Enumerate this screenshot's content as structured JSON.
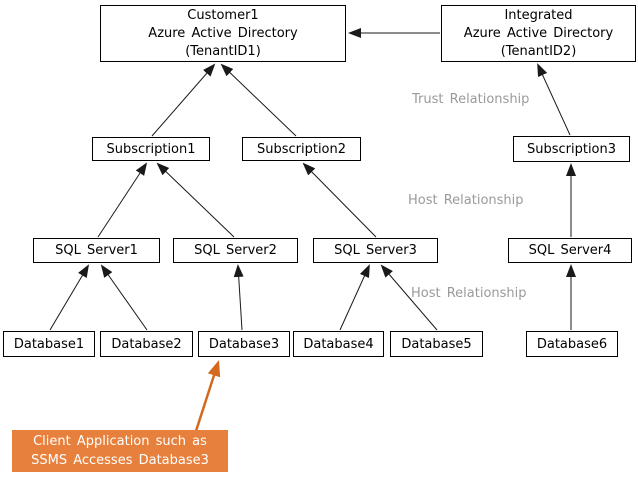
{
  "colors": {
    "callout_orange": "#e8803d",
    "arrow_orange": "#d2691e",
    "relationship_label_gray": "#9a9a9a",
    "line_black": "#1a1a1a",
    "node_background": "#ffffff"
  },
  "nodes": {
    "customer_aad": {
      "line1": "Customer1",
      "line2": "Azure Active Directory",
      "line3": "(TenantID1)"
    },
    "integrated_aad": {
      "line1": "Integrated",
      "line2": "Azure Active Directory",
      "line3": "(TenantID2)"
    },
    "subscription1": "Subscription1",
    "subscription2": "Subscription2",
    "subscription3": "Subscription3",
    "sqlserver1": "SQL Server1",
    "sqlserver2": "SQL Server2",
    "sqlserver3": "SQL Server3",
    "sqlserver4": "SQL Server4",
    "database1": "Database1",
    "database2": "Database2",
    "database3": "Database3",
    "database4": "Database4",
    "database5": "Database5",
    "database6": "Database6"
  },
  "labels": {
    "trust_relationship": "Trust Relationship",
    "host_relationship_1": "Host Relationship",
    "host_relationship_2": "Host Relationship"
  },
  "callout": {
    "line1": "Client Application such as",
    "line2": "SSMS Accesses Database3"
  },
  "edges": [
    {
      "from": "integrated_aad",
      "to": "customer_aad",
      "type": "trust"
    },
    {
      "from": "subscription1",
      "to": "customer_aad",
      "type": "host"
    },
    {
      "from": "subscription2",
      "to": "customer_aad",
      "type": "host"
    },
    {
      "from": "subscription3",
      "to": "integrated_aad",
      "type": "host"
    },
    {
      "from": "sqlserver1",
      "to": "subscription1",
      "type": "host"
    },
    {
      "from": "sqlserver2",
      "to": "subscription1",
      "type": "host"
    },
    {
      "from": "sqlserver3",
      "to": "subscription2",
      "type": "host"
    },
    {
      "from": "sqlserver4",
      "to": "subscription3",
      "type": "host"
    },
    {
      "from": "database1",
      "to": "sqlserver1",
      "type": "host"
    },
    {
      "from": "database2",
      "to": "sqlserver1",
      "type": "host"
    },
    {
      "from": "database3",
      "to": "sqlserver2",
      "type": "host"
    },
    {
      "from": "database4",
      "to": "sqlserver3",
      "type": "host"
    },
    {
      "from": "database5",
      "to": "sqlserver3",
      "type": "host"
    },
    {
      "from": "database6",
      "to": "sqlserver4",
      "type": "host"
    },
    {
      "from": "client_application_callout",
      "to": "database3",
      "type": "access"
    }
  ]
}
